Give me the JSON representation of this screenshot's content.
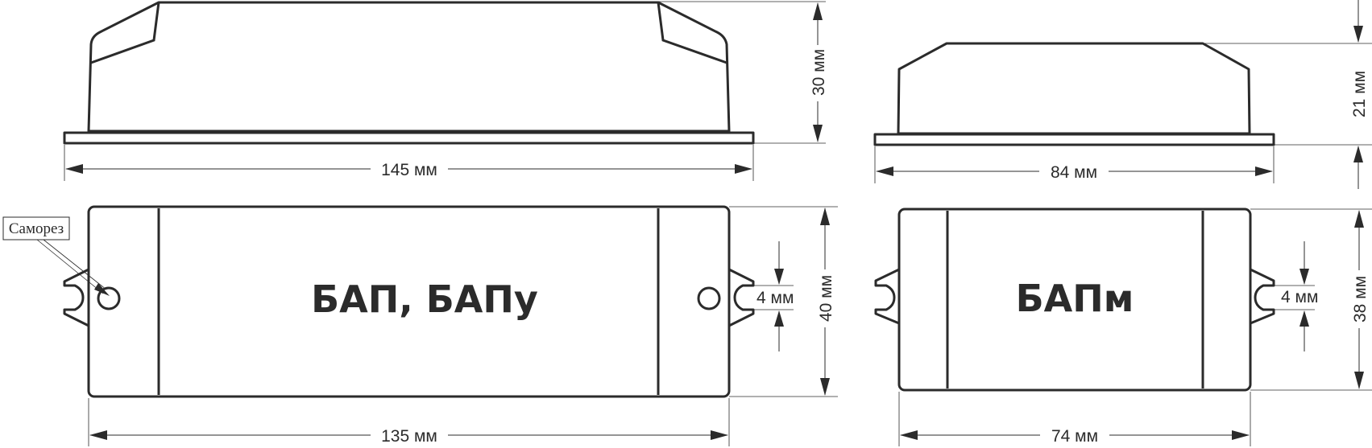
{
  "left_model": {
    "label": "БАП, БАПу",
    "length_total": "145 мм",
    "height": "30 мм",
    "length_body": "135 мм",
    "width": "40 мм",
    "slot": "4 мм",
    "callout": "Саморез"
  },
  "right_model": {
    "label": "БАПм",
    "length_total": "84 мм",
    "height": "21 мм",
    "length_body": "74 мм",
    "width": "38 мм",
    "slot": "4 мм"
  }
}
